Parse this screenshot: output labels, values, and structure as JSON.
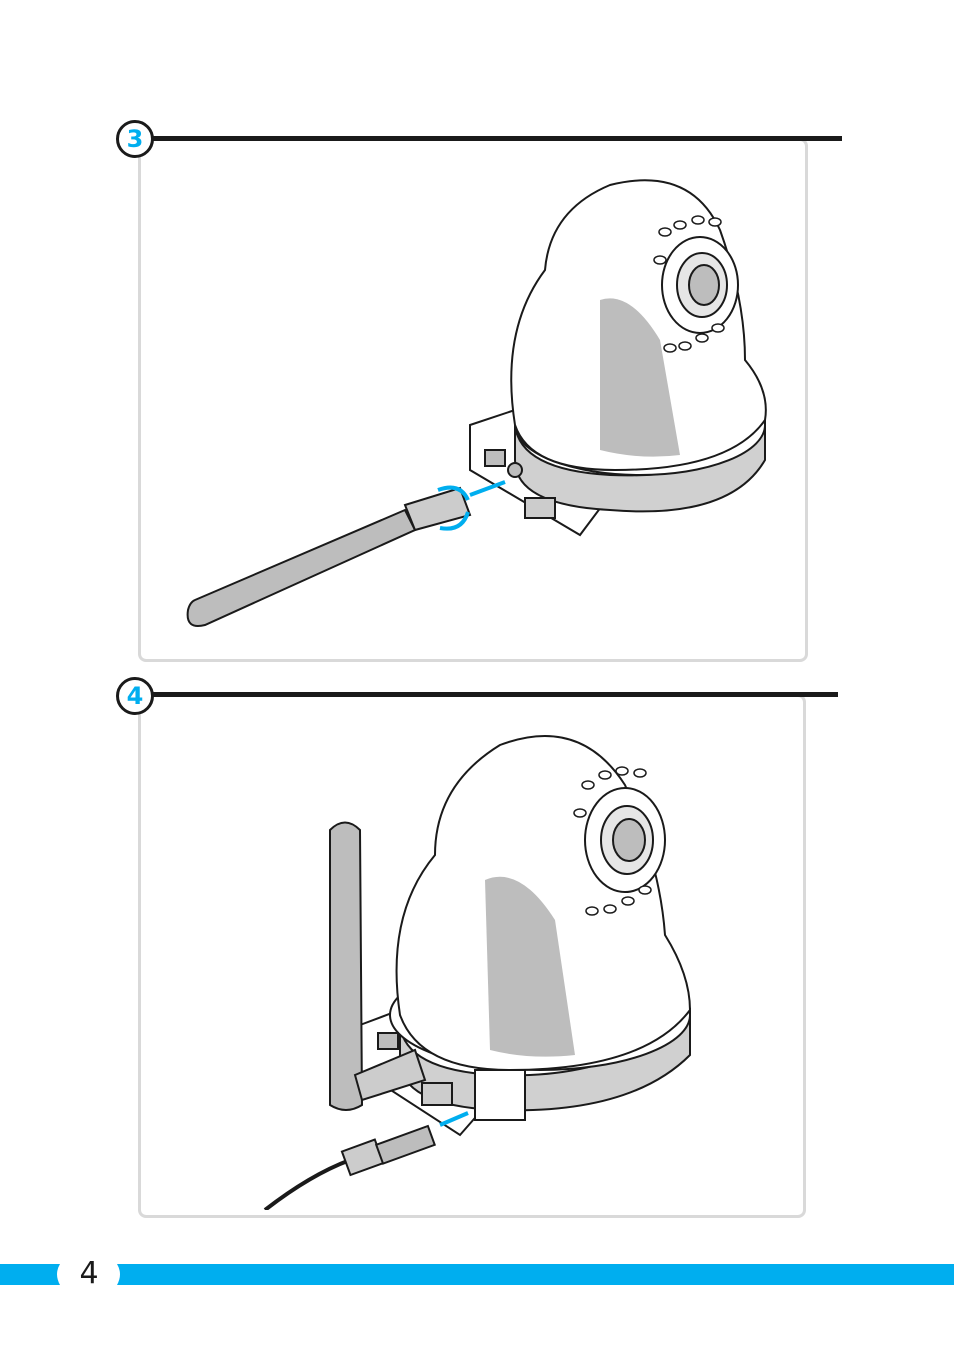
{
  "steps": [
    {
      "number": "3"
    },
    {
      "number": "4"
    }
  ],
  "page_number": "4",
  "colors": {
    "accent": "#00aeef",
    "rule": "#1a1a1a",
    "panel_border": "#d9d9d9",
    "device_shadow": "#bdbdbd"
  },
  "illustrations": [
    {
      "name": "antenna-attach-illustration",
      "icon": "camera-with-antenna-screw-icon"
    },
    {
      "name": "power-connect-illustration",
      "icon": "camera-with-power-plug-icon"
    }
  ]
}
